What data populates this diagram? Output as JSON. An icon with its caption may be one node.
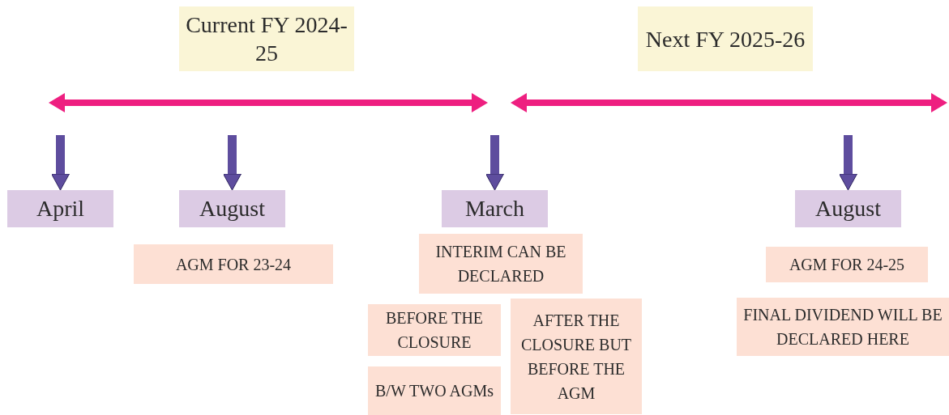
{
  "diagram": {
    "nodes": [
      {
        "text": [
          "Current FY 2024-25"
        ]
      },
      {
        "text": [
          "Next FY 2025-26"
        ]
      },
      {
        "text": [
          "April"
        ]
      },
      {
        "text": [
          "August"
        ]
      },
      {
        "text": [
          "March"
        ]
      },
      {
        "text": [
          "August"
        ]
      },
      {
        "text": [
          "AGM FOR 23-24"
        ]
      },
      {
        "text": [
          "INTERIM CAN BE DECLARED"
        ]
      },
      {
        "text": [
          "BEFORE THE CLOSURE"
        ]
      },
      {
        "text": [
          "B/W TWO AGMs"
        ]
      },
      {
        "text": [
          "AFTER THE CLOSURE BUT BEFORE THE AGM"
        ]
      },
      {
        "text": [
          "AGM FOR 24-25"
        ]
      },
      {
        "text": [
          "FINAL DIVIDEND WILL BE DECLARED HERE"
        ]
      }
    ],
    "edges": [
      {
        "from": null,
        "to": 2,
        "arrow": "to"
      },
      {
        "from": null,
        "to": 3,
        "arrow": "to"
      },
      {
        "from": null,
        "to": 4,
        "arrow": "to"
      },
      {
        "from": null,
        "to": 5,
        "arrow": "to"
      }
    ]
  }
}
